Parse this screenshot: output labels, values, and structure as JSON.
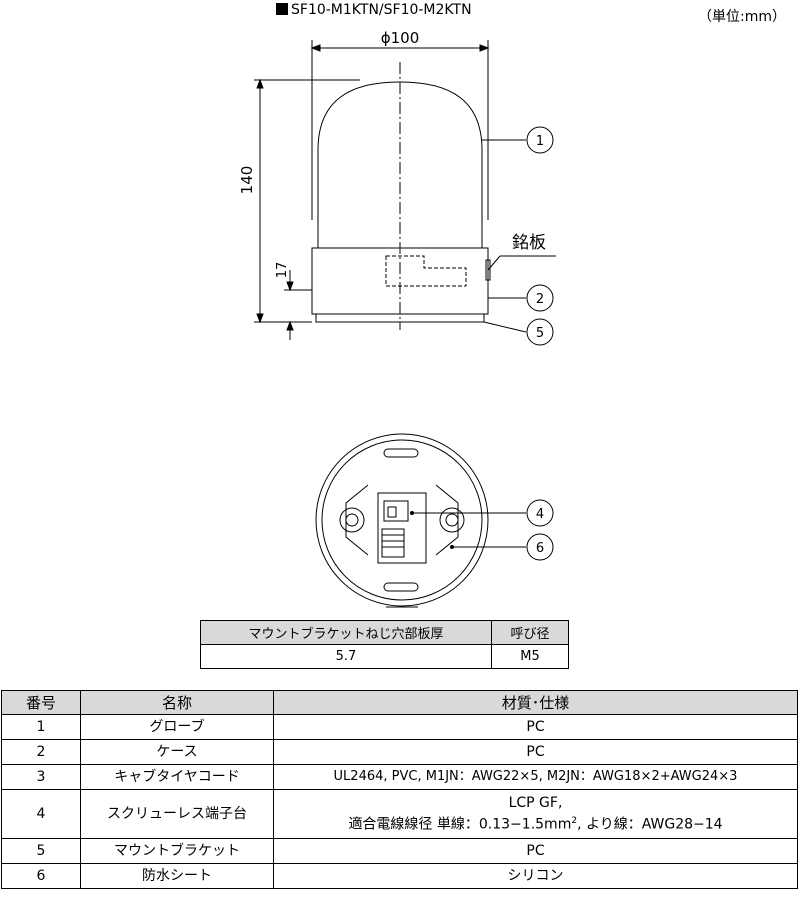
{
  "model_title": "SF10-M1KTN/SF10-M2KTN",
  "unit_note": "（単位:mm）",
  "dimensions": {
    "diameter": "ϕ100",
    "height": "140",
    "base_height": "17"
  },
  "nameplate_label": "銘板",
  "callouts": [
    "1",
    "2",
    "5",
    "4",
    "6"
  ],
  "mount_table": {
    "headers": [
      "マウントブラケットねじ穴部板厚",
      "呼び径"
    ],
    "row": [
      "5.7",
      "M5"
    ]
  },
  "parts_table": {
    "headers": [
      "番号",
      "名称",
      "材質･仕様"
    ],
    "rows": [
      {
        "no": "1",
        "name": "グローブ",
        "spec": "PC"
      },
      {
        "no": "2",
        "name": "ケース",
        "spec": "PC"
      },
      {
        "no": "3",
        "name": "キャブタイヤコード",
        "spec": "UL2464, PVC, M1JN：AWG22×5, M2JN：AWG18×2+AWG24×3"
      },
      {
        "no": "4",
        "name": "スクリューレス端子台",
        "spec_line1": "LCP GF,",
        "spec_line2a": "適合電線線径 単線：0.13−1.5mm",
        "spec_sup": "2",
        "spec_line2b": ", より線：AWG28−14"
      },
      {
        "no": "5",
        "name": "マウントブラケット",
        "spec": "PC"
      },
      {
        "no": "6",
        "name": "防水シート",
        "spec": "シリコン"
      }
    ]
  },
  "colors": {
    "header_bg": "#d9d9d9",
    "line": "#000000"
  }
}
